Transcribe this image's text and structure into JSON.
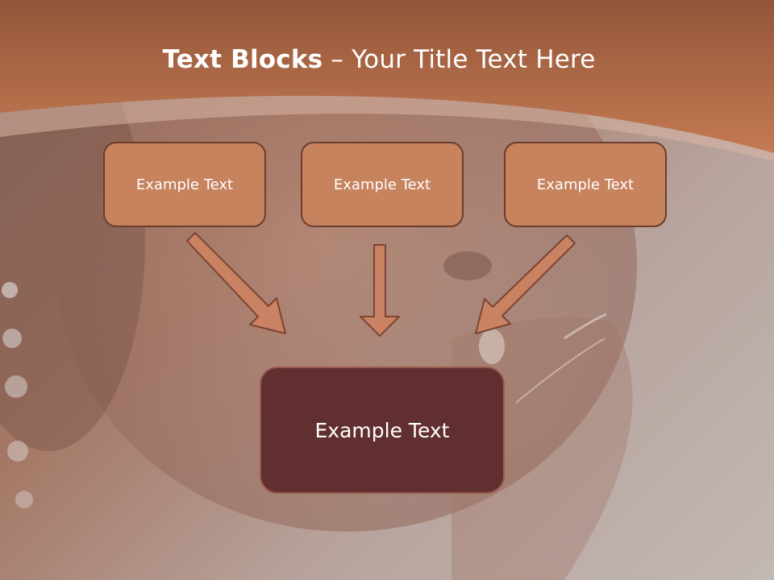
{
  "slide": {
    "title_bold": "Text Blocks",
    "title_dash": " – ",
    "title_rest": "Your Title Text Here"
  },
  "blocks": {
    "top": [
      "Example Text",
      "Example Text",
      "Example Text"
    ],
    "bottom": "Example Text"
  },
  "colors": {
    "banner": "#c47a52",
    "box_fill": "#c7825e",
    "box_border": "#6b3d2c",
    "main_box_fill": "#622f30",
    "arrow_fill": "#c98262"
  }
}
